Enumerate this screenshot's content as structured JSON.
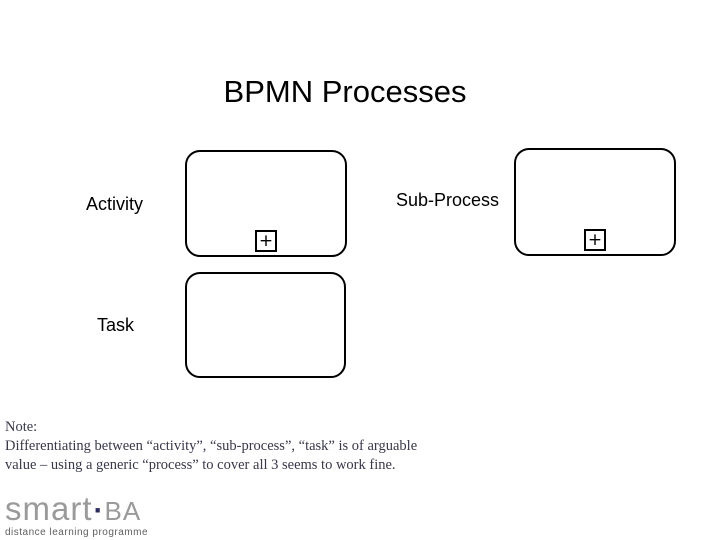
{
  "slide": {
    "title": "BPMN Processes"
  },
  "diagram": {
    "activity": {
      "label": "Activity",
      "expand_marker": "+"
    },
    "sub_process": {
      "label": "Sub-Process",
      "expand_marker": "+"
    },
    "task": {
      "label": "Task"
    }
  },
  "note": {
    "line1": "Note:",
    "line2": "Differentiating between “activity”, “sub-process”, “task” is of arguable",
    "line3": "value – using a generic “process” to cover all 3 seems to work fine."
  },
  "logo": {
    "word1": "smart",
    "separator": "·",
    "word2": "BA",
    "tagline": "distance learning programme"
  },
  "colors": {
    "shape_stroke": "#000000",
    "note_text": "#38384a",
    "logo_gray": "#9a9a9a",
    "logo_dot_navy": "#2e2e5c",
    "logo_tagline_gray": "#5f5f5f"
  }
}
